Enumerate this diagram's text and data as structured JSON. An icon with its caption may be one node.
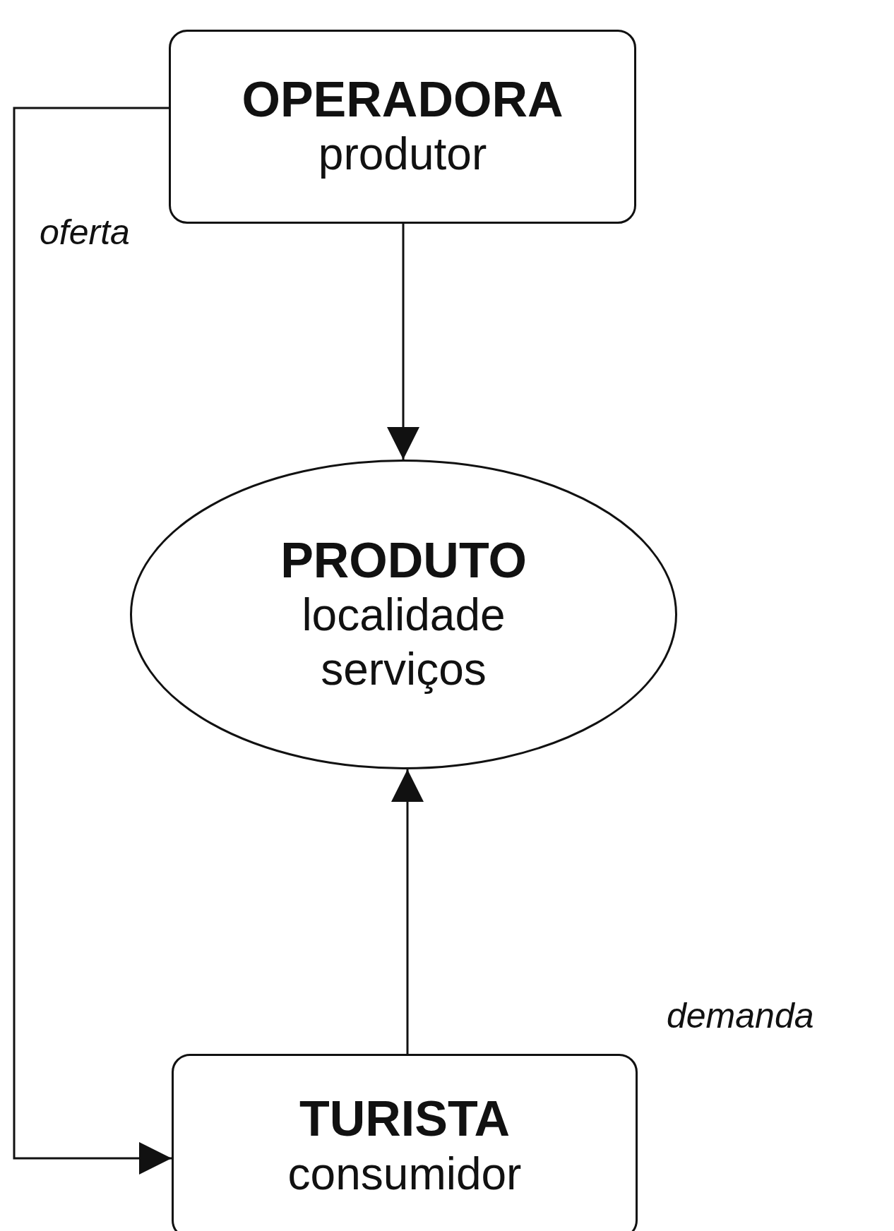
{
  "diagram": {
    "nodes": [
      {
        "text": [
          "OPERADORA",
          "produtor"
        ]
      },
      {
        "text": [
          "PRODUTO",
          "localidade serviços"
        ]
      },
      {
        "text": [
          "TURISTA",
          "consumidor"
        ]
      }
    ],
    "edges": [
      {
        "from": 0,
        "to": 2,
        "arrow": "to",
        "label": "oferta"
      },
      {
        "from": 0,
        "to": 1,
        "arrow": "to"
      },
      {
        "from": 2,
        "to": 1,
        "arrow": "to"
      }
    ],
    "labels": [
      "demanda"
    ]
  }
}
